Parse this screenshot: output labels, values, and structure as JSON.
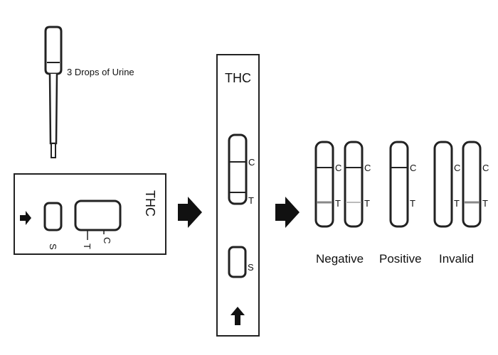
{
  "instruction": {
    "drops": "3 Drops of Urine"
  },
  "cassette": {
    "title": "THC",
    "sample_label": "S",
    "test_label": "T",
    "control_label": "C"
  },
  "vertical_cassette": {
    "title": "THC",
    "control_label": "C",
    "test_label": "T",
    "sample_label": "S"
  },
  "results": {
    "negative_label": "Negative",
    "positive_label": "Positive",
    "invalid_label": "Invalid",
    "control_mark": "C",
    "test_mark": "T"
  }
}
